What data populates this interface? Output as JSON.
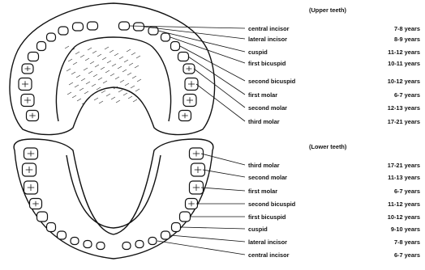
{
  "upper": {
    "heading": "(Upper teeth)",
    "teeth": [
      {
        "name": "central incisor",
        "age": "7-8 years"
      },
      {
        "name": "lateral incisor",
        "age": "8-9 years"
      },
      {
        "name": "cuspid",
        "age": "11-12 years"
      },
      {
        "name": "first bicuspid",
        "age": "10-11 years"
      },
      {
        "name": "second bicuspid",
        "age": "10-12 years"
      },
      {
        "name": "first molar",
        "age": "6-7 years"
      },
      {
        "name": "second molar",
        "age": "12-13 years"
      },
      {
        "name": "third molar",
        "age": "17-21 years"
      }
    ]
  },
  "lower": {
    "heading": "(Lower teeth)",
    "teeth": [
      {
        "name": "third molar",
        "age": "17-21 years"
      },
      {
        "name": "second molar",
        "age": "11-13 years"
      },
      {
        "name": "first molar",
        "age": "6-7 years"
      },
      {
        "name": "second bicuspid",
        "age": "11-12 years"
      },
      {
        "name": "first bicuspid",
        "age": "10-12 years"
      },
      {
        "name": "cuspid",
        "age": "9-10 years"
      },
      {
        "name": "lateral incisor",
        "age": "7-8 years"
      },
      {
        "name": "central incisor",
        "age": "6-7 years"
      }
    ]
  },
  "colors": {
    "ink": "#111111",
    "background": "#ffffff"
  }
}
